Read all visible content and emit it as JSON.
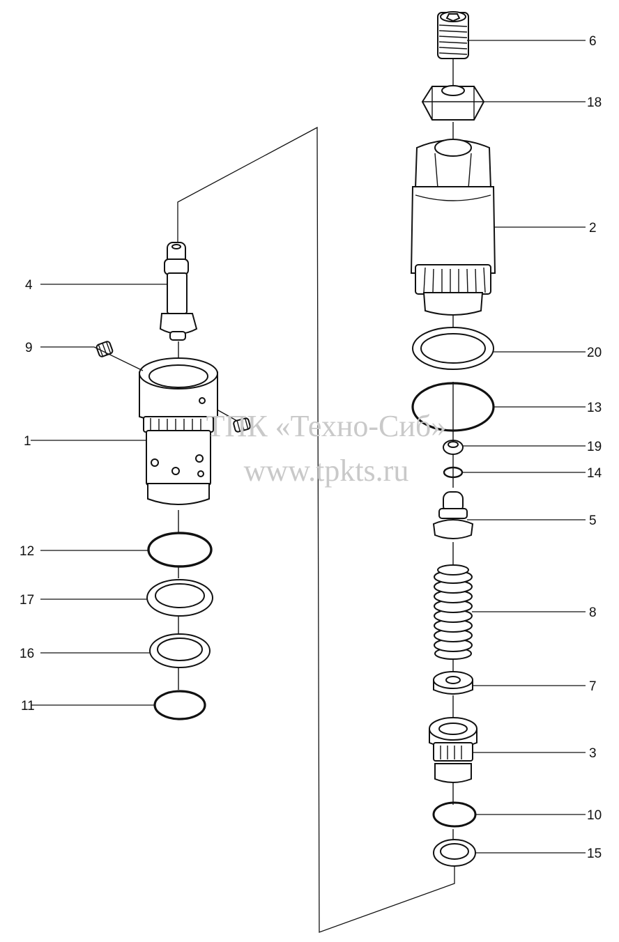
{
  "diagram": {
    "watermark": {
      "line1": "ТПК «Техно-Сиб»",
      "line2": "www.tpkts.ru"
    },
    "callouts": [
      {
        "id": "6",
        "text": "6"
      },
      {
        "id": "18",
        "text": "18"
      },
      {
        "id": "2",
        "text": "2"
      },
      {
        "id": "20",
        "text": "20"
      },
      {
        "id": "13",
        "text": "13"
      },
      {
        "id": "19",
        "text": "19"
      },
      {
        "id": "14",
        "text": "14"
      },
      {
        "id": "5",
        "text": "5"
      },
      {
        "id": "8",
        "text": "8"
      },
      {
        "id": "7",
        "text": "7"
      },
      {
        "id": "3",
        "text": "3"
      },
      {
        "id": "10",
        "text": "10"
      },
      {
        "id": "15",
        "text": "15"
      },
      {
        "id": "4",
        "text": "4"
      },
      {
        "id": "9",
        "text": "9"
      },
      {
        "id": "1",
        "text": "1"
      },
      {
        "id": "12",
        "text": "12"
      },
      {
        "id": "17",
        "text": "17"
      },
      {
        "id": "16",
        "text": "16"
      },
      {
        "id": "11",
        "text": "11"
      }
    ]
  }
}
